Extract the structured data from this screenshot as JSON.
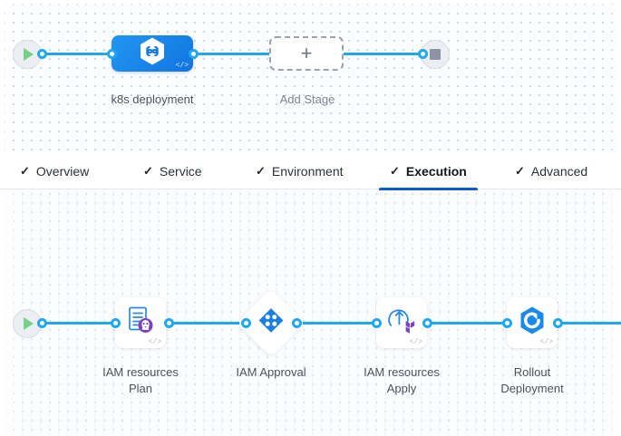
{
  "pipeline": {
    "start_node": {
      "name": "start-node",
      "icon": "play-icon"
    },
    "end_node": {
      "name": "end-node",
      "icon": "stop-icon"
    },
    "stages": [
      {
        "label": "k8s deployment",
        "icon": "harness-hexagon-icon",
        "badge": "</>"
      }
    ],
    "add_stage": {
      "label": "Add Stage",
      "icon": "plus-icon"
    }
  },
  "tabs": [
    {
      "label": "Overview",
      "check": "✓",
      "active": false
    },
    {
      "label": "Service",
      "check": "✓",
      "active": false
    },
    {
      "label": "Environment",
      "check": "✓",
      "active": false
    },
    {
      "label": "Execution",
      "check": "✓",
      "active": true
    },
    {
      "label": "Advanced",
      "check": "✓",
      "active": false
    }
  ],
  "execution": {
    "start_node": {
      "name": "execution-start-node",
      "icon": "play-icon"
    },
    "steps": [
      {
        "label": "IAM resources\nPlan",
        "icon": "terraform-plan-icon",
        "shape": "rounded",
        "badge": "</>"
      },
      {
        "label": "IAM Approval",
        "icon": "harness-approval-icon",
        "shape": "diamond",
        "badge": ""
      },
      {
        "label": "IAM resources\nApply",
        "icon": "terraform-apply-icon",
        "shape": "rounded",
        "badge": "</>"
      },
      {
        "label": "Rollout\nDeployment",
        "icon": "argo-rollout-icon",
        "shape": "rounded",
        "badge": "</>"
      }
    ]
  },
  "colors": {
    "connector": "#1fa8f0",
    "stage_blue": "#1275e0",
    "active_tab_underline": "#0b5cd4",
    "terraform_purple": "#7b42bc",
    "play_green": "#6fd38a",
    "stop_gray": "#8e94a6",
    "canvas_bg": "#fbfcfe",
    "label_text": "#4a5260"
  }
}
